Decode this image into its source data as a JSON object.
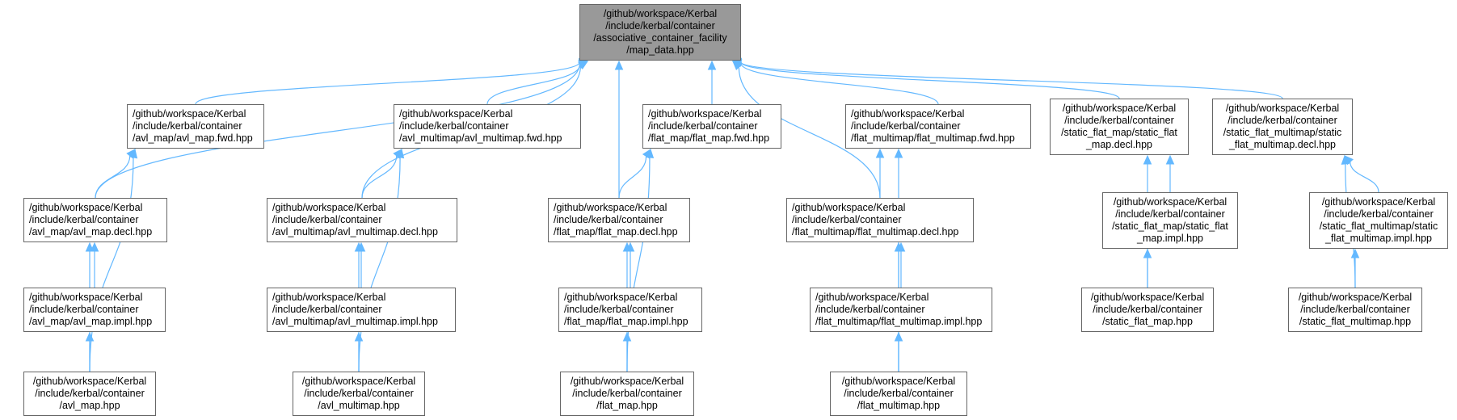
{
  "colors": {
    "edge": "#63b8ff",
    "root_fill": "#999999",
    "border": "#666666"
  },
  "nodes": {
    "root": [
      "/github/workspace/Kerbal",
      "/include/kerbal/container",
      "/associative_container_facility",
      "/map_data.hpp"
    ],
    "avl_map_fwd": [
      "/github/workspace/Kerbal",
      "/include/kerbal/container",
      "/avl_map/avl_map.fwd.hpp"
    ],
    "avl_multimap_fwd": [
      "/github/workspace/Kerbal",
      "/include/kerbal/container",
      "/avl_multimap/avl_multimap.fwd.hpp"
    ],
    "flat_map_fwd": [
      "/github/workspace/Kerbal",
      "/include/kerbal/container",
      "/flat_map/flat_map.fwd.hpp"
    ],
    "flat_multimap_fwd": [
      "/github/workspace/Kerbal",
      "/include/kerbal/container",
      "/flat_multimap/flat_multimap.fwd.hpp"
    ],
    "static_flat_map_decl": [
      "/github/workspace/Kerbal",
      "/include/kerbal/container",
      "/static_flat_map/static_flat",
      "_map.decl.hpp"
    ],
    "static_flat_multimap_decl": [
      "/github/workspace/Kerbal",
      "/include/kerbal/container",
      "/static_flat_multimap/static",
      "_flat_multimap.decl.hpp"
    ],
    "avl_map_decl": [
      "/github/workspace/Kerbal",
      "/include/kerbal/container",
      "/avl_map/avl_map.decl.hpp"
    ],
    "avl_multimap_decl": [
      "/github/workspace/Kerbal",
      "/include/kerbal/container",
      "/avl_multimap/avl_multimap.decl.hpp"
    ],
    "flat_map_decl": [
      "/github/workspace/Kerbal",
      "/include/kerbal/container",
      "/flat_map/flat_map.decl.hpp"
    ],
    "flat_multimap_decl": [
      "/github/workspace/Kerbal",
      "/include/kerbal/container",
      "/flat_multimap/flat_multimap.decl.hpp"
    ],
    "static_flat_map_impl": [
      "/github/workspace/Kerbal",
      "/include/kerbal/container",
      "/static_flat_map/static_flat",
      "_map.impl.hpp"
    ],
    "static_flat_multimap_impl": [
      "/github/workspace/Kerbal",
      "/include/kerbal/container",
      "/static_flat_multimap/static",
      "_flat_multimap.impl.hpp"
    ],
    "avl_map_impl": [
      "/github/workspace/Kerbal",
      "/include/kerbal/container",
      "/avl_map/avl_map.impl.hpp"
    ],
    "avl_multimap_impl": [
      "/github/workspace/Kerbal",
      "/include/kerbal/container",
      "/avl_multimap/avl_multimap.impl.hpp"
    ],
    "flat_map_impl": [
      "/github/workspace/Kerbal",
      "/include/kerbal/container",
      "/flat_map/flat_map.impl.hpp"
    ],
    "flat_multimap_impl": [
      "/github/workspace/Kerbal",
      "/include/kerbal/container",
      "/flat_multimap/flat_multimap.impl.hpp"
    ],
    "static_flat_map": [
      "/github/workspace/Kerbal",
      "/include/kerbal/container",
      "/static_flat_map.hpp"
    ],
    "static_flat_multimap": [
      "/github/workspace/Kerbal",
      "/include/kerbal/container",
      "/static_flat_multimap.hpp"
    ],
    "avl_map": [
      "/github/workspace/Kerbal",
      "/include/kerbal/container",
      "/avl_map.hpp"
    ],
    "avl_multimap": [
      "/github/workspace/Kerbal",
      "/include/kerbal/container",
      "/avl_multimap.hpp"
    ],
    "flat_map": [
      "/github/workspace/Kerbal",
      "/include/kerbal/container",
      "/flat_map.hpp"
    ],
    "flat_multimap": [
      "/github/workspace/Kerbal",
      "/include/kerbal/container",
      "/flat_multimap.hpp"
    ]
  },
  "edges": [
    [
      "avl_map_fwd",
      "root"
    ],
    [
      "avl_multimap_fwd",
      "root"
    ],
    [
      "flat_map_fwd",
      "root"
    ],
    [
      "flat_multimap_fwd",
      "root"
    ],
    [
      "static_flat_map_decl",
      "root"
    ],
    [
      "static_flat_multimap_decl",
      "root"
    ],
    [
      "avl_map_decl",
      "root"
    ],
    [
      "avl_multimap_decl",
      "root"
    ],
    [
      "flat_map_decl",
      "root"
    ],
    [
      "flat_multimap_decl",
      "root"
    ],
    [
      "avl_map_decl",
      "avl_map_fwd"
    ],
    [
      "avl_map",
      "avl_map_fwd"
    ],
    [
      "avl_map_impl",
      "avl_map_decl"
    ],
    [
      "avl_map",
      "avl_map_decl"
    ],
    [
      "avl_map",
      "avl_map_impl"
    ],
    [
      "avl_multimap_decl",
      "avl_multimap_fwd"
    ],
    [
      "avl_multimap",
      "avl_multimap_fwd"
    ],
    [
      "avl_multimap_impl",
      "avl_multimap_decl"
    ],
    [
      "avl_multimap",
      "avl_multimap_decl"
    ],
    [
      "avl_multimap",
      "avl_multimap_impl"
    ],
    [
      "flat_map_decl",
      "flat_map_fwd"
    ],
    [
      "flat_map",
      "flat_map_fwd"
    ],
    [
      "flat_map_impl",
      "flat_map_decl"
    ],
    [
      "flat_map",
      "flat_map_decl"
    ],
    [
      "flat_map",
      "flat_map_impl"
    ],
    [
      "flat_multimap_decl",
      "flat_multimap_fwd"
    ],
    [
      "flat_multimap",
      "flat_multimap_fwd"
    ],
    [
      "flat_multimap_impl",
      "flat_multimap_decl"
    ],
    [
      "flat_multimap",
      "flat_multimap_decl"
    ],
    [
      "flat_multimap",
      "flat_multimap_impl"
    ],
    [
      "static_flat_map_impl",
      "static_flat_map_decl"
    ],
    [
      "static_flat_map",
      "static_flat_map_decl"
    ],
    [
      "static_flat_map",
      "static_flat_map_impl"
    ],
    [
      "static_flat_multimap_impl",
      "static_flat_multimap_decl"
    ],
    [
      "static_flat_multimap",
      "static_flat_multimap_decl"
    ],
    [
      "static_flat_multimap",
      "static_flat_multimap_impl"
    ]
  ]
}
